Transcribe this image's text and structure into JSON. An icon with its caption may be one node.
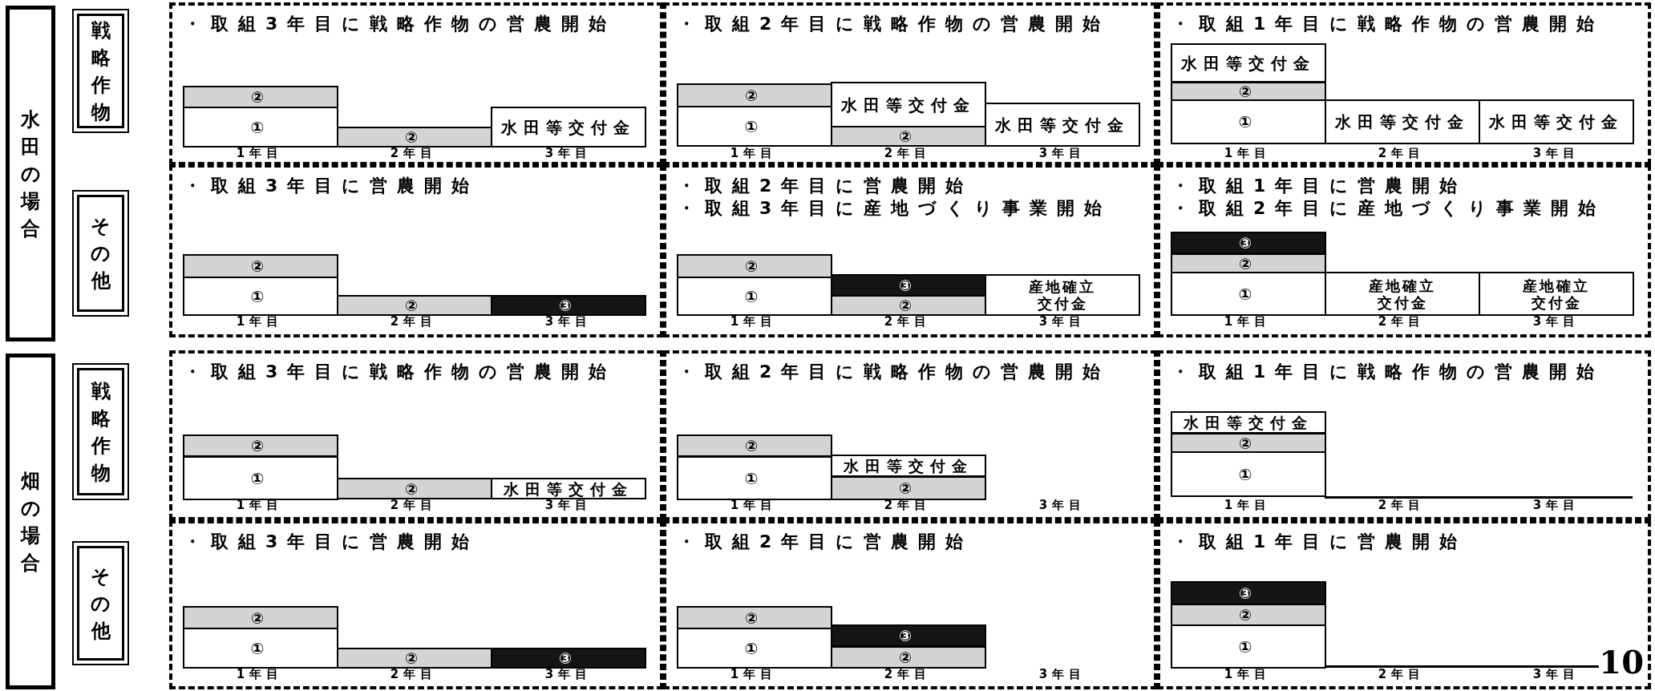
{
  "diagram": {
    "nodes": [
      {
        "text": [
          "水田の場合"
        ]
      },
      {
        "text": [
          "戦略作物"
        ]
      },
      {
        "text": [
          "・取組3年目に戦略作物の営農開始",
          "1年目",
          "2年目",
          "3年目"
        ]
      },
      {
        "text": [
          "②"
        ],
        "in": 2
      },
      {
        "text": [
          "①"
        ],
        "in": 2
      },
      {
        "text": [
          "②"
        ],
        "in": 2
      },
      {
        "text": [
          "水田等交付金"
        ],
        "in": 2
      },
      {
        "text": [
          "・取組2年目に戦略作物の営農開始",
          "1年目",
          "2年目",
          "3年目"
        ]
      },
      {
        "text": [
          "②"
        ],
        "in": 7
      },
      {
        "text": [
          "①"
        ],
        "in": 7
      },
      {
        "text": [
          "水田等交付金"
        ],
        "in": 7
      },
      {
        "text": [
          "②"
        ],
        "in": 7
      },
      {
        "text": [
          "水田等交付金"
        ],
        "in": 7
      },
      {
        "text": [
          "・取組1年目に戦略作物の営農開始",
          "1年目",
          "2年目",
          "3年目"
        ]
      },
      {
        "text": [
          "水田等交付金"
        ],
        "in": 13
      },
      {
        "text": [
          "②"
        ],
        "in": 13
      },
      {
        "text": [
          "①"
        ],
        "in": 13
      },
      {
        "text": [
          "水田等交付金"
        ],
        "in": 13
      },
      {
        "text": [
          "水田等交付金"
        ],
        "in": 13
      },
      {
        "text": [
          "その他"
        ]
      },
      {
        "text": [
          "・取組3年目に営農開始",
          "1年目",
          "2年目",
          "3年目"
        ]
      },
      {
        "text": [
          "②"
        ],
        "in": 20
      },
      {
        "text": [
          "①"
        ],
        "in": 20
      },
      {
        "text": [
          "②"
        ],
        "in": 20
      },
      {
        "text": [
          "③"
        ],
        "in": 20
      },
      {
        "text": [
          "・取組2年目に営農開始",
          "・取組3年目に産地づくり事業開始",
          "1年目",
          "2年目",
          "3年目"
        ]
      },
      {
        "text": [
          "②"
        ],
        "in": 25
      },
      {
        "text": [
          "①"
        ],
        "in": 25
      },
      {
        "text": [
          "③"
        ],
        "in": 25
      },
      {
        "text": [
          "②"
        ],
        "in": 25
      },
      {
        "text": [
          "産地確立交付金"
        ],
        "in": 25
      },
      {
        "text": [
          "・取組1年目に営農開始",
          "・取組2年目に産地づくり事業開始",
          "1年目",
          "2年目",
          "3年目"
        ]
      },
      {
        "text": [
          "③"
        ],
        "in": 31
      },
      {
        "text": [
          "②"
        ],
        "in": 31
      },
      {
        "text": [
          "①"
        ],
        "in": 31
      },
      {
        "text": [
          "産地確立交付金"
        ],
        "in": 31
      },
      {
        "text": [
          "産地確立交付金"
        ],
        "in": 31
      },
      {
        "text": [
          "畑の場合"
        ]
      },
      {
        "text": [
          "戦略作物"
        ]
      },
      {
        "text": [
          "・取組3年目に戦略作物の営農開始",
          "1年目",
          "2年目",
          "3年目"
        ]
      },
      {
        "text": [
          "②"
        ],
        "in": 39
      },
      {
        "text": [
          "①"
        ],
        "in": 39
      },
      {
        "text": [
          "②"
        ],
        "in": 39
      },
      {
        "text": [
          "水田等交付金"
        ],
        "in": 39
      },
      {
        "text": [
          "・取組2年目に戦略作物の営農開始",
          "1年目",
          "2年目",
          "3年目"
        ]
      },
      {
        "text": [
          "②"
        ],
        "in": 44
      },
      {
        "text": [
          "①"
        ],
        "in": 44
      },
      {
        "text": [
          "水田等交付金"
        ],
        "in": 44
      },
      {
        "text": [
          "②"
        ],
        "in": 44
      },
      {
        "text": [
          "・取組1年目に戦略作物の営農開始",
          "1年目",
          "2年目",
          "3年目"
        ]
      },
      {
        "text": [
          "水田等交付金"
        ],
        "in": 49
      },
      {
        "text": [
          "②"
        ],
        "in": 49
      },
      {
        "text": [
          "①"
        ],
        "in": 49
      },
      {
        "text": [
          "その他"
        ]
      },
      {
        "text": [
          "・取組3年目に営農開始",
          "1年目",
          "2年目",
          "3年目"
        ]
      },
      {
        "text": [
          "②"
        ],
        "in": 54
      },
      {
        "text": [
          "①"
        ],
        "in": 54
      },
      {
        "text": [
          "②"
        ],
        "in": 54
      },
      {
        "text": [
          "③"
        ],
        "in": 54
      },
      {
        "text": [
          "・取組2年目に営農開始",
          "1年目",
          "2年目",
          "3年目"
        ]
      },
      {
        "text": [
          "②"
        ],
        "in": 59
      },
      {
        "text": [
          "①"
        ],
        "in": 59
      },
      {
        "text": [
          "③"
        ],
        "in": 59
      },
      {
        "text": [
          "②"
        ],
        "in": 59
      },
      {
        "text": [
          "・取組1年目に営農開始",
          "1年目",
          "2年目",
          "3年目"
        ]
      },
      {
        "text": [
          "③"
        ],
        "in": 64
      },
      {
        "text": [
          "②"
        ],
        "in": 64
      },
      {
        "text": [
          "①"
        ],
        "in": 64
      }
    ],
    "labels": [
      "10"
    ]
  }
}
